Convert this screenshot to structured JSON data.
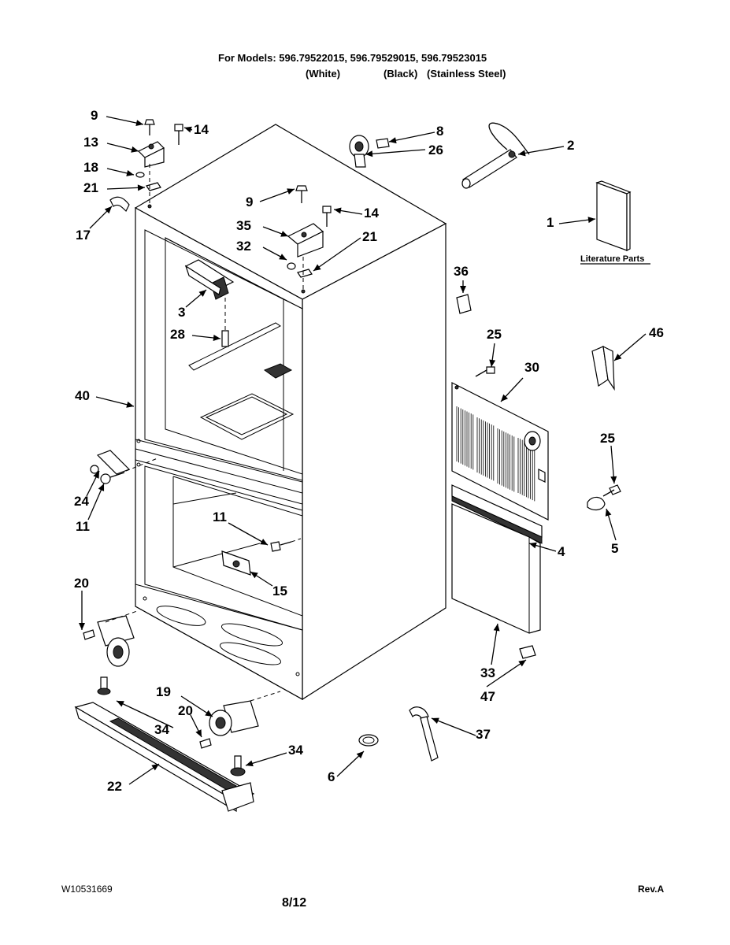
{
  "header": {
    "models_line": "For Models: 596.79522015, 596.79529015, 596.79523015",
    "white": "(White)",
    "black": "(Black)",
    "stainless": "(Stainless Steel)"
  },
  "literature_parts_label": "Literature Parts",
  "callouts": {
    "c9a": "9",
    "c14a": "14",
    "c13": "13",
    "c18": "18",
    "c21a": "21",
    "c17": "17",
    "c8": "8",
    "c26": "26",
    "c2": "2",
    "c1": "1",
    "c9b": "9",
    "c14b": "14",
    "c35": "35",
    "c32": "32",
    "c21b": "21",
    "c3": "3",
    "c28": "28",
    "c36": "36",
    "c25a": "25",
    "c46": "46",
    "c30": "30",
    "c40": "40",
    "c24": "24",
    "c11a": "11",
    "c11b": "11",
    "c25b": "25",
    "c5": "5",
    "c4": "4",
    "c15": "15",
    "c20a": "20",
    "c33": "33",
    "c47": "47",
    "c19": "19",
    "c20b": "20",
    "c34a": "34",
    "c34b": "34",
    "c37": "37",
    "c22": "22",
    "c6": "6"
  },
  "footer": {
    "doc_number": "W10531669",
    "page": "8/12",
    "revision": "Rev.A"
  }
}
